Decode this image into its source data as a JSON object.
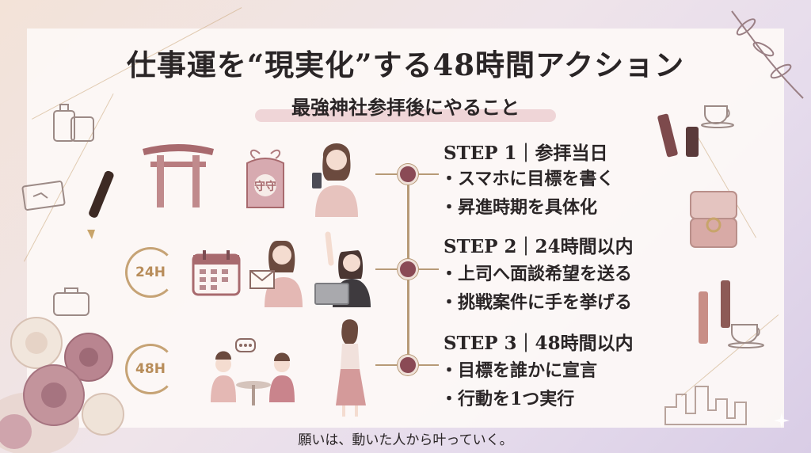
{
  "title": "仕事運を“現実化”する48時間アクション",
  "subtitle": "最強神社参拝後にやること",
  "steps": [
    {
      "header": "STEP 1｜参拝当日",
      "items": [
        "・スマホに目標を書く",
        "・昇進時期を具体化"
      ]
    },
    {
      "header": "STEP 2｜24時間以内",
      "items": [
        "・上司へ面談希望を送る",
        "・挑戦案件に手を挙げる"
      ]
    },
    {
      "header": "STEP 3｜48時間以内",
      "items": [
        "・目標を誰かに宣言",
        "・行動を1つ実行"
      ]
    }
  ],
  "badges": {
    "b24": "24H",
    "b48": "48H"
  },
  "omamori_text": "守守",
  "footer": "願いは、動いた人から叶っていく。",
  "colors": {
    "accent": "#8a4a55",
    "gold": "#b79a77",
    "text": "#2a2526",
    "highlight": "#efd5d7"
  }
}
